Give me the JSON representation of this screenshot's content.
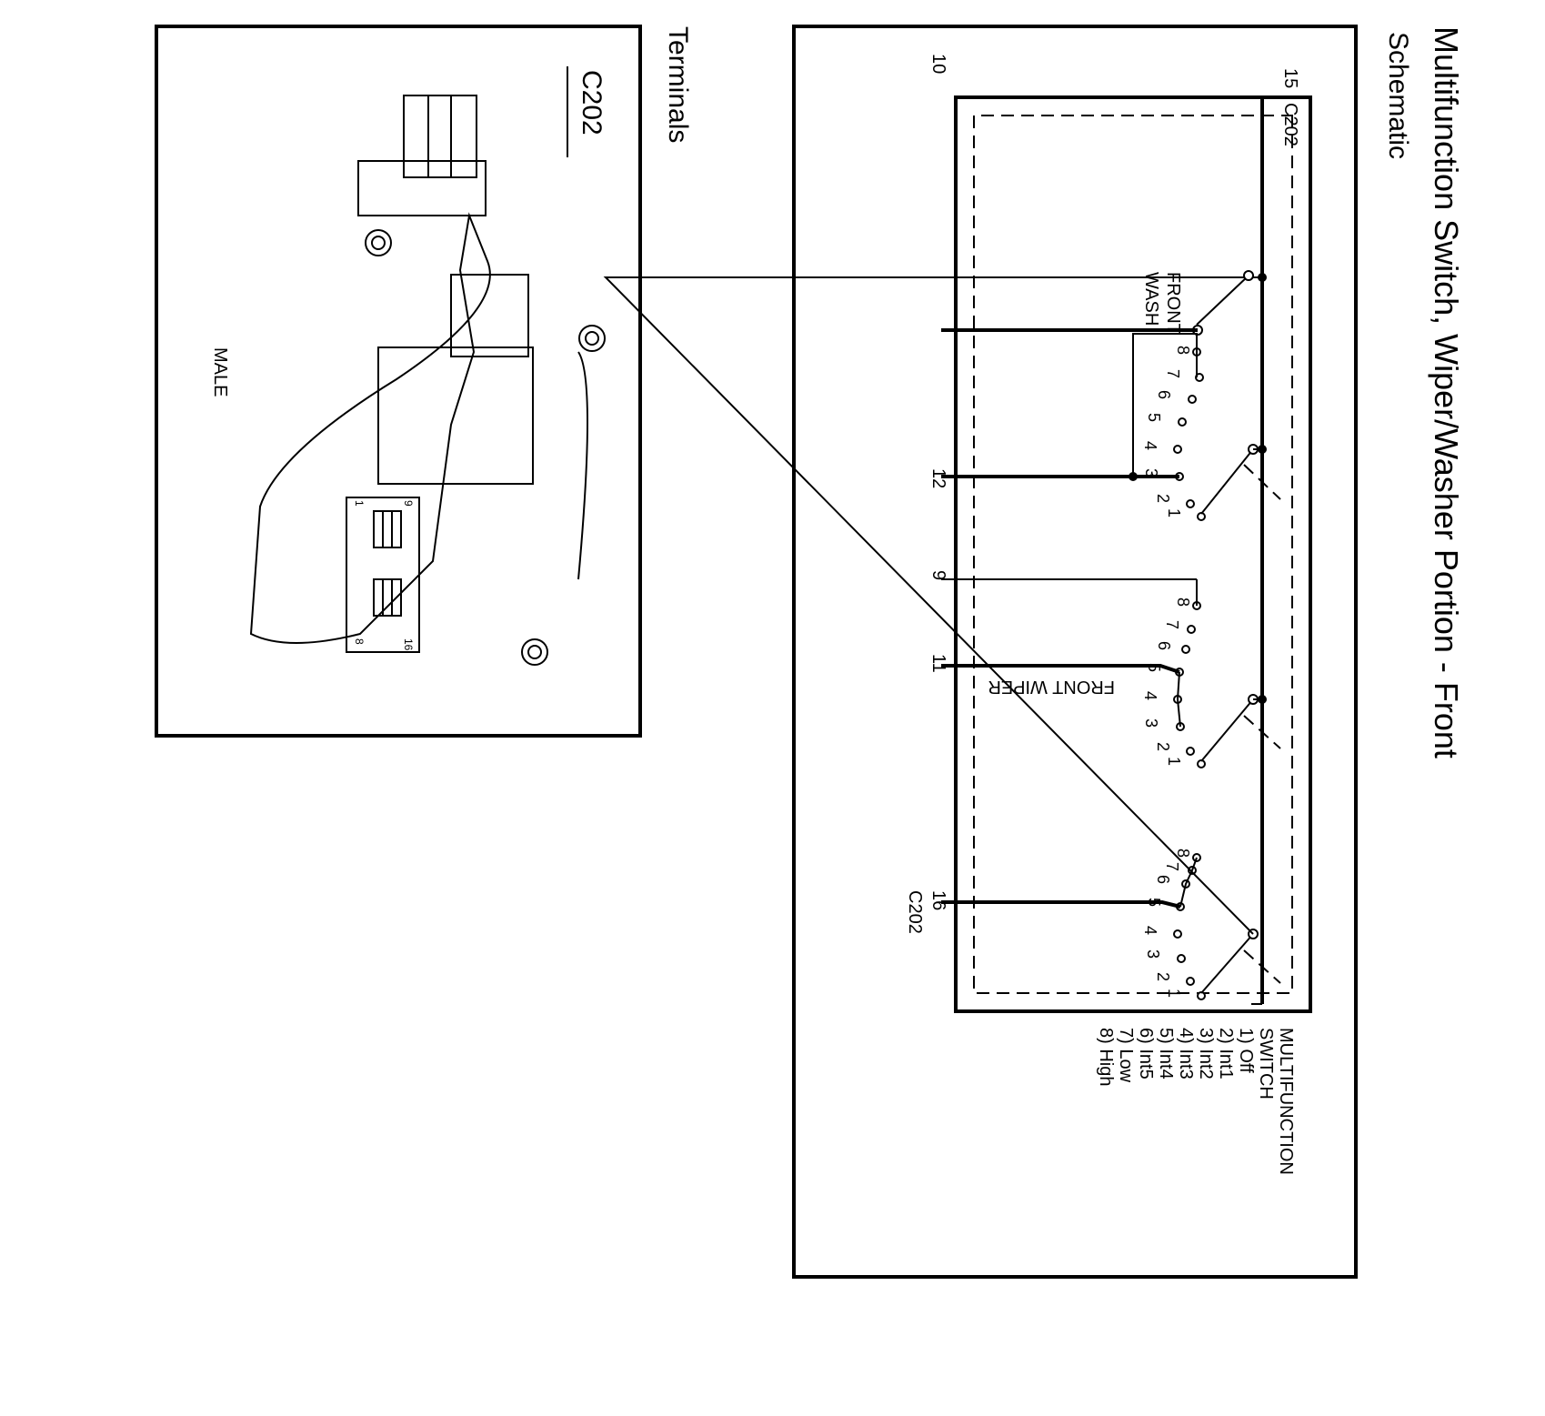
{
  "title": "Multifunction Switch, Wiper/Washer Portion - Front",
  "schematic": {
    "heading": "Schematic",
    "connector_top": "C202",
    "connector_bottom": "C202",
    "wires": [
      "15",
      "10",
      "12",
      "9",
      "11",
      "16"
    ],
    "section_wash": [
      "FRONT",
      "WASH"
    ],
    "section_wiper": "FRONT WIPER",
    "positions": [
      "1",
      "2",
      "3",
      "4",
      "5",
      "6",
      "7",
      "8"
    ],
    "legend": {
      "title": [
        "MULTIFUNCTION",
        "SWITCH"
      ],
      "items": [
        "1) Off",
        "2) Int1",
        "3) Int2",
        "4) Int3",
        "5) Int4",
        "6) Int5",
        "7) Low",
        "8) High"
      ]
    }
  },
  "terminals": {
    "heading": "Terminals",
    "connector": "C202",
    "gender": "MALE",
    "pin_labels": [
      "1",
      "8",
      "9",
      "16"
    ]
  }
}
